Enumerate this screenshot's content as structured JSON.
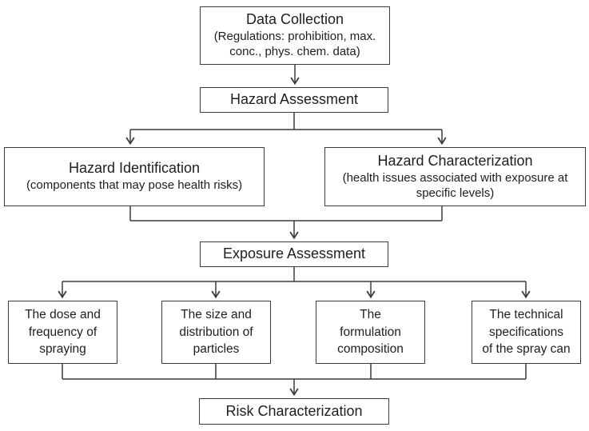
{
  "diagram": {
    "type": "flowchart",
    "topic": "Aerosol spray health risk assessment process",
    "colors": {
      "background": "#ffffff",
      "box_fill": "#ffffff",
      "box_border": "#3c3c3c",
      "line": "#3c3c3c",
      "text": "#1e1e1e"
    },
    "nodes": {
      "data_collection": {
        "title": "Data Collection",
        "subtitle": "(Regulations: prohibition, max.\nconc., phys. chem. data)"
      },
      "hazard_assessment": {
        "title": "Hazard Assessment"
      },
      "hazard_identification": {
        "title": "Hazard Identification",
        "subtitle": "(components that may pose health risks)"
      },
      "hazard_characterization": {
        "title": "Hazard Characterization",
        "subtitle": "(health issues associated with exposure at\nspecific levels)"
      },
      "exposure_assessment": {
        "title": "Exposure Assessment"
      },
      "dose_frequency": {
        "label": "The dose and\nfrequency of\nspraying"
      },
      "size_distribution": {
        "label": "The size and\ndistribution of\nparticles"
      },
      "formulation": {
        "label": "The\nformulation\ncomposition"
      },
      "technical_specs": {
        "label": "The technical\nspecifications\nof the spray can"
      },
      "risk_characterization": {
        "title": "Risk Characterization"
      }
    },
    "edges": [
      {
        "from": "data_collection",
        "to": "hazard_assessment"
      },
      {
        "from": "hazard_assessment",
        "to": "hazard_identification"
      },
      {
        "from": "hazard_assessment",
        "to": "hazard_characterization"
      },
      {
        "from": "hazard_identification",
        "to": "exposure_assessment"
      },
      {
        "from": "hazard_characterization",
        "to": "exposure_assessment"
      },
      {
        "from": "exposure_assessment",
        "to": "dose_frequency"
      },
      {
        "from": "exposure_assessment",
        "to": "size_distribution"
      },
      {
        "from": "exposure_assessment",
        "to": "formulation"
      },
      {
        "from": "exposure_assessment",
        "to": "technical_specs"
      },
      {
        "from": "dose_frequency",
        "to": "risk_characterization"
      },
      {
        "from": "size_distribution",
        "to": "risk_characterization"
      },
      {
        "from": "formulation",
        "to": "risk_characterization"
      },
      {
        "from": "technical_specs",
        "to": "risk_characterization"
      }
    ]
  }
}
